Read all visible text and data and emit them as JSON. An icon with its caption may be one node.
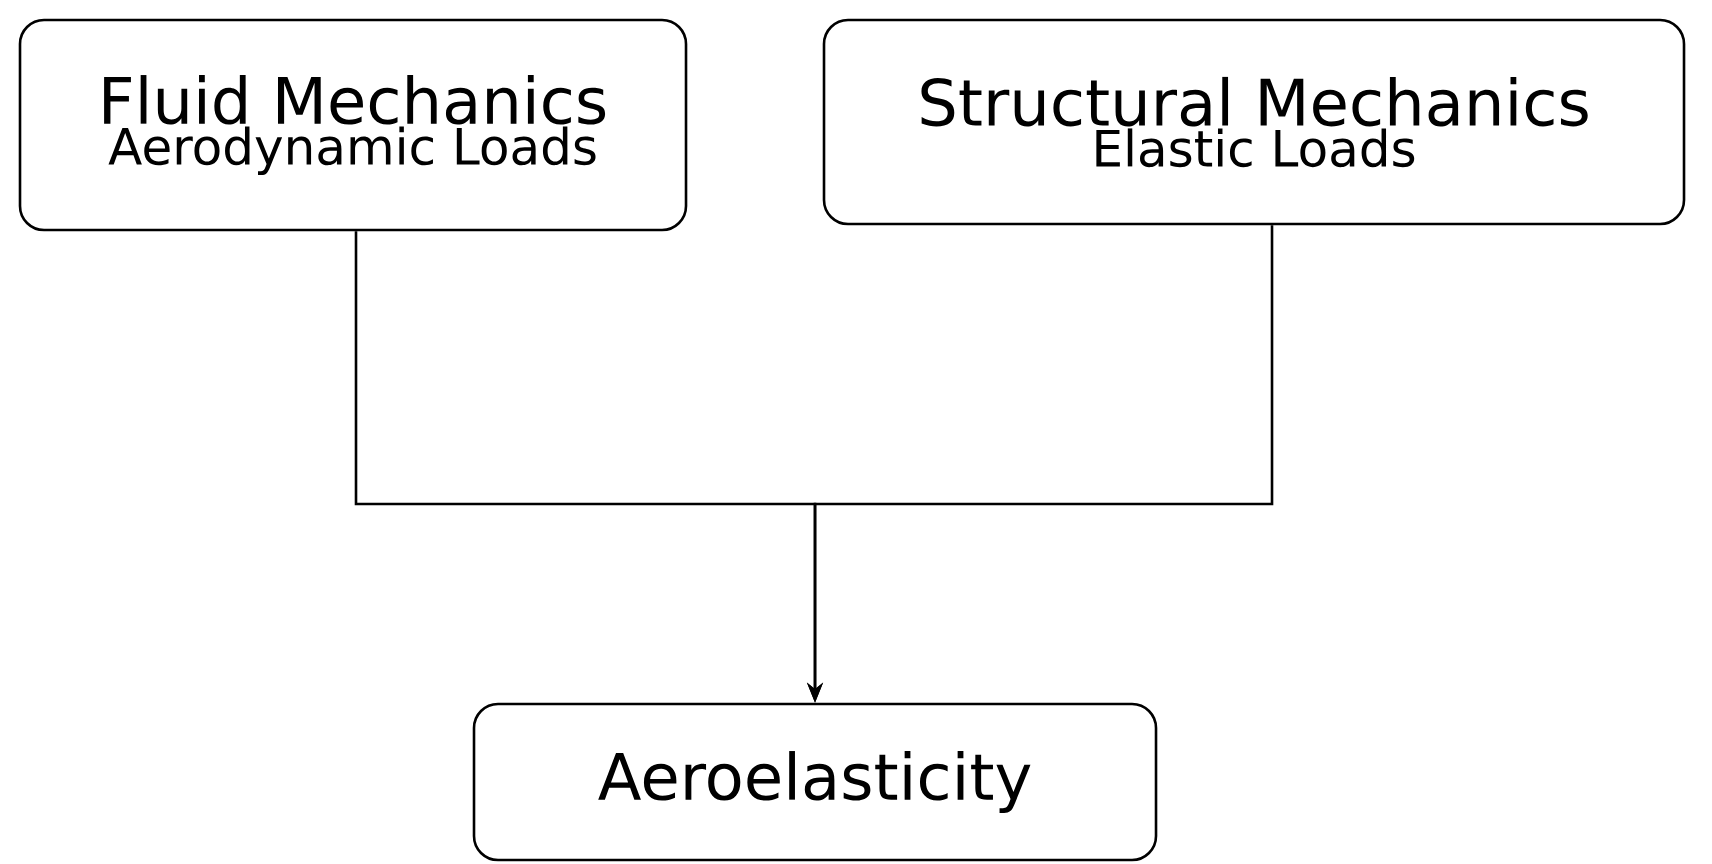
{
  "diagram": {
    "nodes": [
      {
        "text": [
          "Fluid Mechanics",
          "Aerodynamic Loads"
        ]
      },
      {
        "text": [
          "Structural Mechanics",
          "Elastic Loads"
        ]
      },
      {
        "text": [
          "Aeroelasticity"
        ]
      }
    ],
    "edges": [
      {
        "from": 0,
        "to": 2,
        "arrow": "to"
      },
      {
        "from": 1,
        "to": 2,
        "arrow": "to"
      }
    ]
  }
}
